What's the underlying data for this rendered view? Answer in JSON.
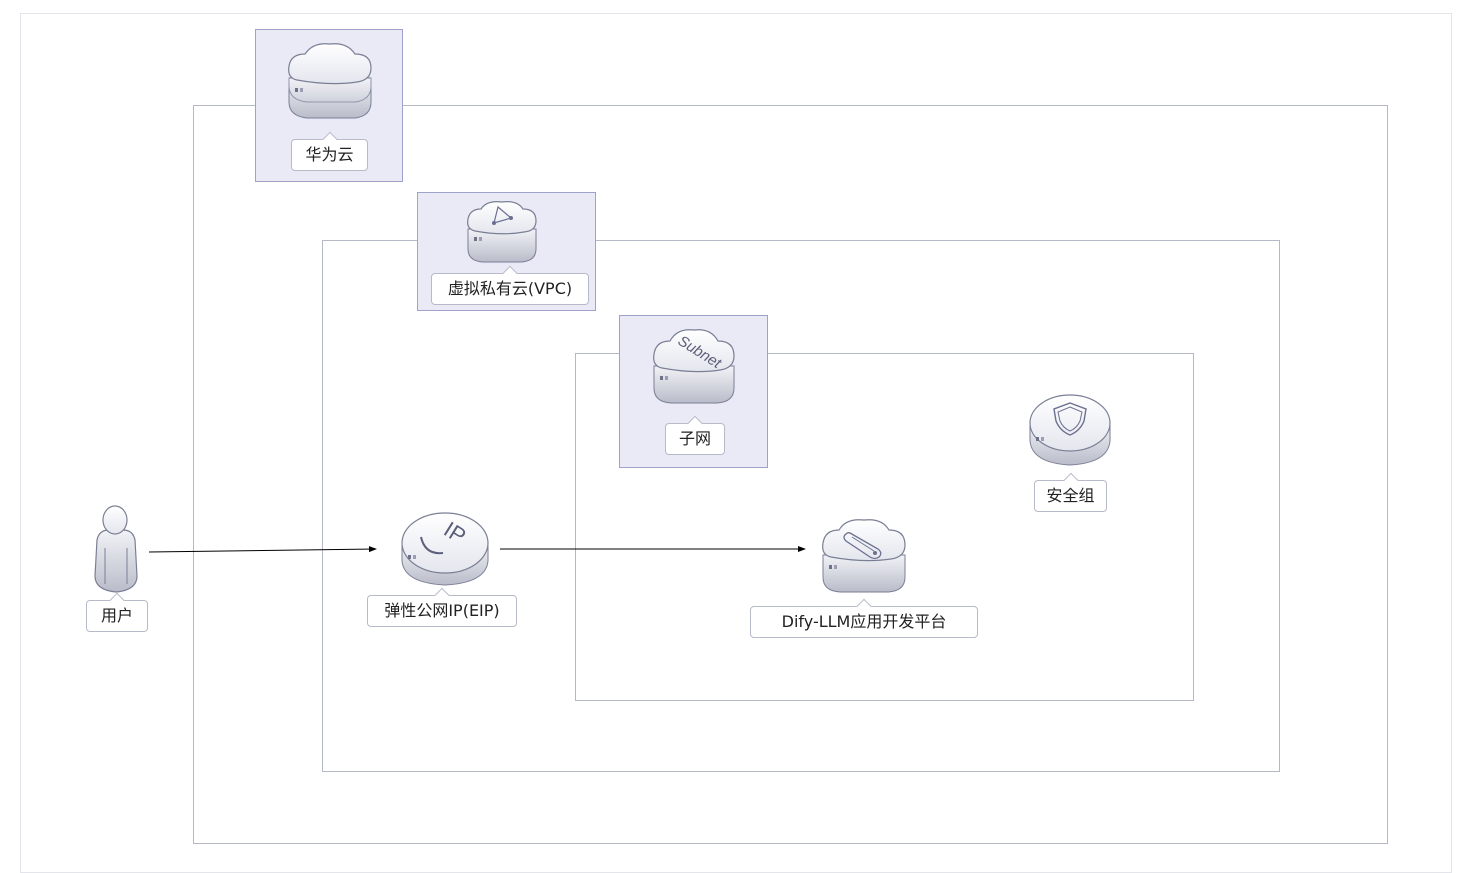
{
  "colors": {
    "frame": "#b5b8c6",
    "badge_fill": "#e9eaf6",
    "badge_border": "#9fa3c9",
    "arrow": "#000000"
  },
  "nodes": {
    "huawei_cloud": {
      "label": "华为云",
      "icon": "cloud-server-icon"
    },
    "vpc": {
      "label": "虚拟私有云(VPC)",
      "icon": "vpc-cloud-icon"
    },
    "subnet": {
      "label": "子网",
      "icon": "subnet-cloud-icon",
      "icon_text": "Subnet"
    },
    "security_group": {
      "label": "安全组",
      "icon": "shield-icon"
    },
    "user": {
      "label": "用户",
      "icon": "user-icon"
    },
    "eip": {
      "label": "弹性公网IP(EIP)",
      "icon": "eip-icon",
      "icon_text": "IP"
    },
    "dify": {
      "label": "Dify-LLM应用开发平台",
      "icon": "app-cloud-icon"
    }
  },
  "edges": [
    {
      "from": "用户",
      "to": "弹性公网IP(EIP)"
    },
    {
      "from": "弹性公网IP(EIP)",
      "to": "Dify-LLM应用开发平台"
    }
  ]
}
